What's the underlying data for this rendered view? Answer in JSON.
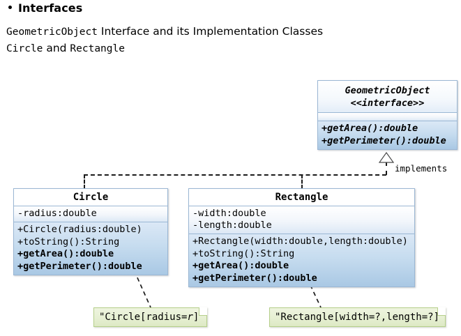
{
  "header": {
    "bullet_title": "Interfaces",
    "line1_pre": "GeometricObject",
    "line1_post": " Interface and its Implementation Classes",
    "line2_pre": "Circle",
    "line2_mid": " and ",
    "line2_post": "Rectangle"
  },
  "interface_box": {
    "name": "GeometricObject",
    "stereotype": "<<interface>>",
    "attributes": [],
    "methods": [
      {
        "text": "+getArea():double",
        "bold": true
      },
      {
        "text": "+getPerimeter():double",
        "bold": true
      }
    ]
  },
  "circle_box": {
    "name": "Circle",
    "attributes": [
      {
        "text": "-radius:double",
        "bold": false
      }
    ],
    "methods": [
      {
        "text": "+Circle(radius:double)",
        "bold": false
      },
      {
        "text": "+toString():String",
        "bold": false
      },
      {
        "text": "+getArea():double",
        "bold": true
      },
      {
        "text": "+getPerimeter():double",
        "bold": true
      }
    ]
  },
  "rectangle_box": {
    "name": "Rectangle",
    "attributes": [
      {
        "text": "-width:double",
        "bold": false
      },
      {
        "text": "-length:double",
        "bold": false
      }
    ],
    "methods": [
      {
        "text": "+Rectangle(width:double,length:double)",
        "bold": false
      },
      {
        "text": "+toString():String",
        "bold": false
      },
      {
        "text": "+getArea():double",
        "bold": true
      },
      {
        "text": "+getPerimeter():double",
        "bold": true
      }
    ]
  },
  "relationship": {
    "implements_label": "implements"
  },
  "notes": {
    "circle_note_pre": "\"Circle[radius=",
    "circle_note_var": "r",
    "circle_note_post": "]\"",
    "rectangle_note": "\"Rectangle[width=?,length=?]\""
  },
  "colors": {
    "box_border": "#9bb7d4",
    "method_fill": "#a9c8e4",
    "note_fill": "#e7f0d4",
    "note_border": "#b5cf8a",
    "connector": "#1a1a1a"
  }
}
